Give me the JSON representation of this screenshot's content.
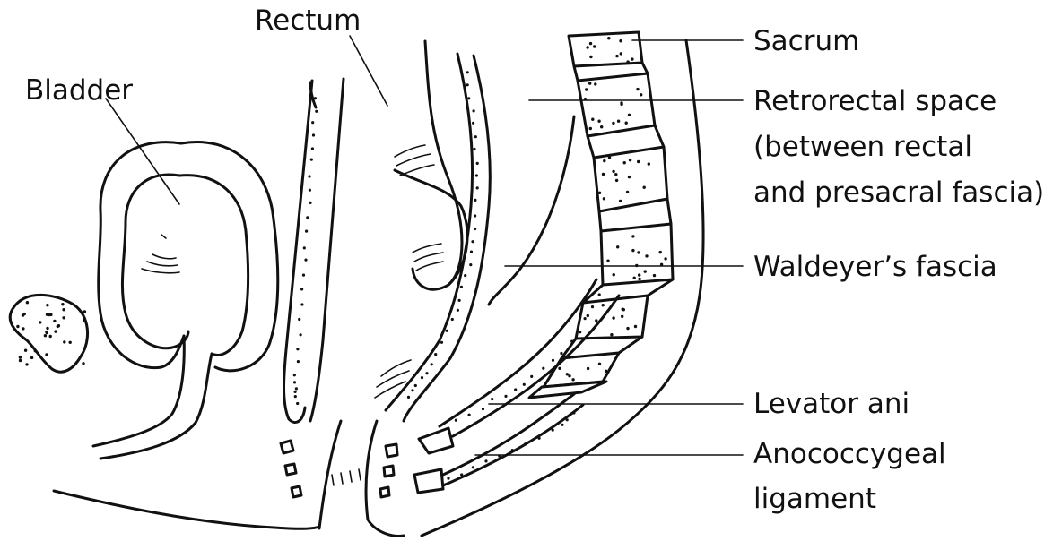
{
  "labels": {
    "bladder": "Bladder",
    "rectum": "Rectum",
    "sacrum": "Sacrum",
    "retrorectal_line1": "Retrorectal space",
    "retrorectal_line2": "(between rectal",
    "retrorectal_line3": "and presacral fascia)",
    "waldeyer": "Waldeyer’s fascia",
    "levator": "Levator ani",
    "anococcygeal_line1": "Anococcygeal",
    "anococcygeal_line2": "ligament"
  }
}
